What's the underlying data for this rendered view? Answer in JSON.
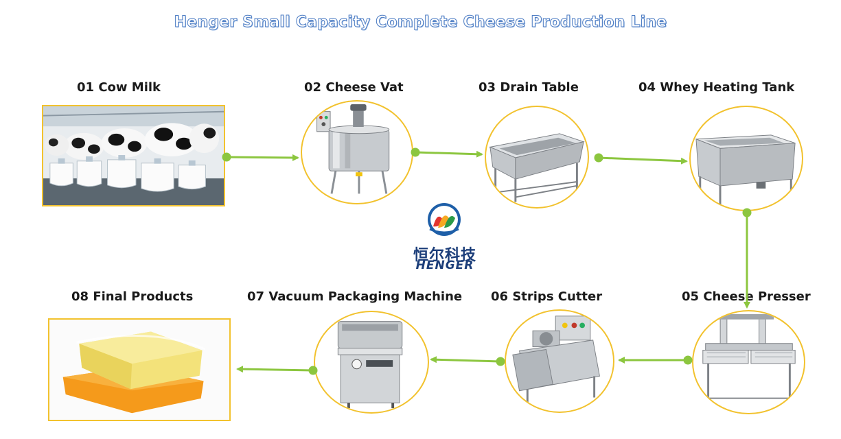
{
  "title": "Henger Small Capacity Complete Cheese Production Line",
  "steps": [
    {
      "label": "01 Cow Milk"
    },
    {
      "label": "02 Cheese Vat"
    },
    {
      "label": "03 Drain Table"
    },
    {
      "label": "04 Whey Heating Tank"
    },
    {
      "label": "05 Cheese Presser"
    },
    {
      "label": "06 Strips Cutter"
    },
    {
      "label": "07 Vacuum Packaging Machine"
    },
    {
      "label": "08 Final Products"
    }
  ],
  "logo": {
    "cn": "恒尔科技",
    "en": "HENGER"
  },
  "colors": {
    "frame": "#f2c22e",
    "arrow": "#8cc63f",
    "title": "#4f7ec4",
    "logo": "#1c3e7a"
  }
}
